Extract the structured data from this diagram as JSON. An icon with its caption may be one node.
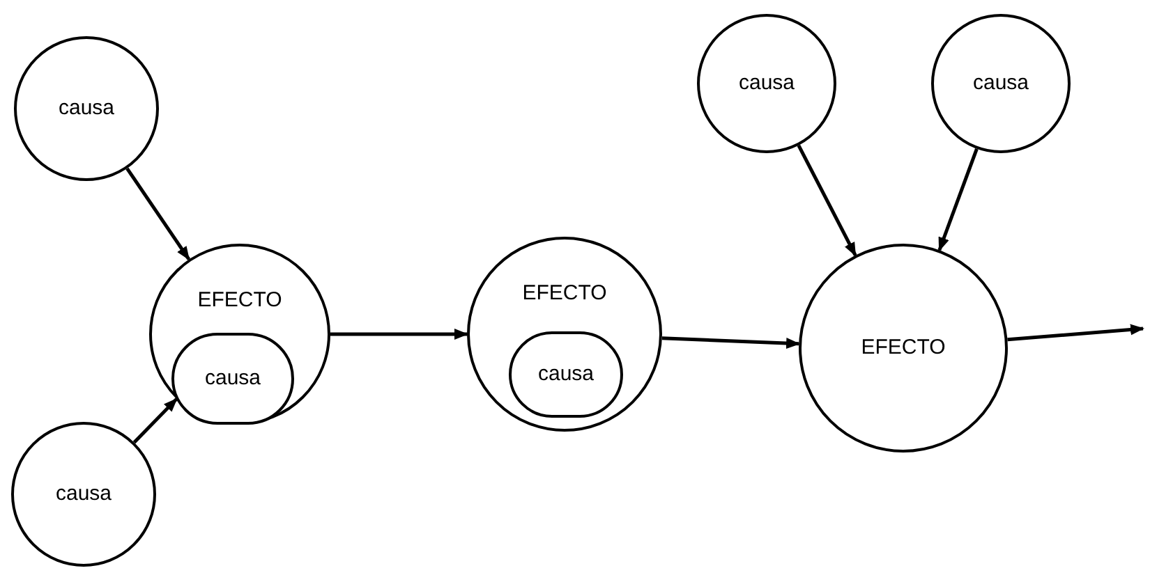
{
  "diagram": {
    "nodes": [
      {
        "text": [
          "causa"
        ]
      },
      {
        "text": [
          "EFECTO"
        ]
      },
      {
        "text": [
          "causa"
        ],
        "in": 1
      },
      {
        "text": [
          "causa"
        ]
      },
      {
        "text": [
          "EFECTO"
        ]
      },
      {
        "text": [
          "causa"
        ],
        "in": 4
      },
      {
        "text": [
          "causa"
        ]
      },
      {
        "text": [
          "causa"
        ]
      },
      {
        "text": [
          "EFECTO"
        ]
      }
    ],
    "edges": [
      {
        "from": 0,
        "to": 1,
        "arrow": "to"
      },
      {
        "from": 3,
        "to": 1,
        "arrow": "to"
      },
      {
        "from": 1,
        "to": 4,
        "arrow": "to"
      },
      {
        "from": 4,
        "to": 8,
        "arrow": "to"
      },
      {
        "from": 6,
        "to": 8,
        "arrow": "to"
      },
      {
        "from": 7,
        "to": 8,
        "arrow": "to"
      },
      {
        "from": 8,
        "to": null,
        "arrow": "to"
      }
    ]
  }
}
